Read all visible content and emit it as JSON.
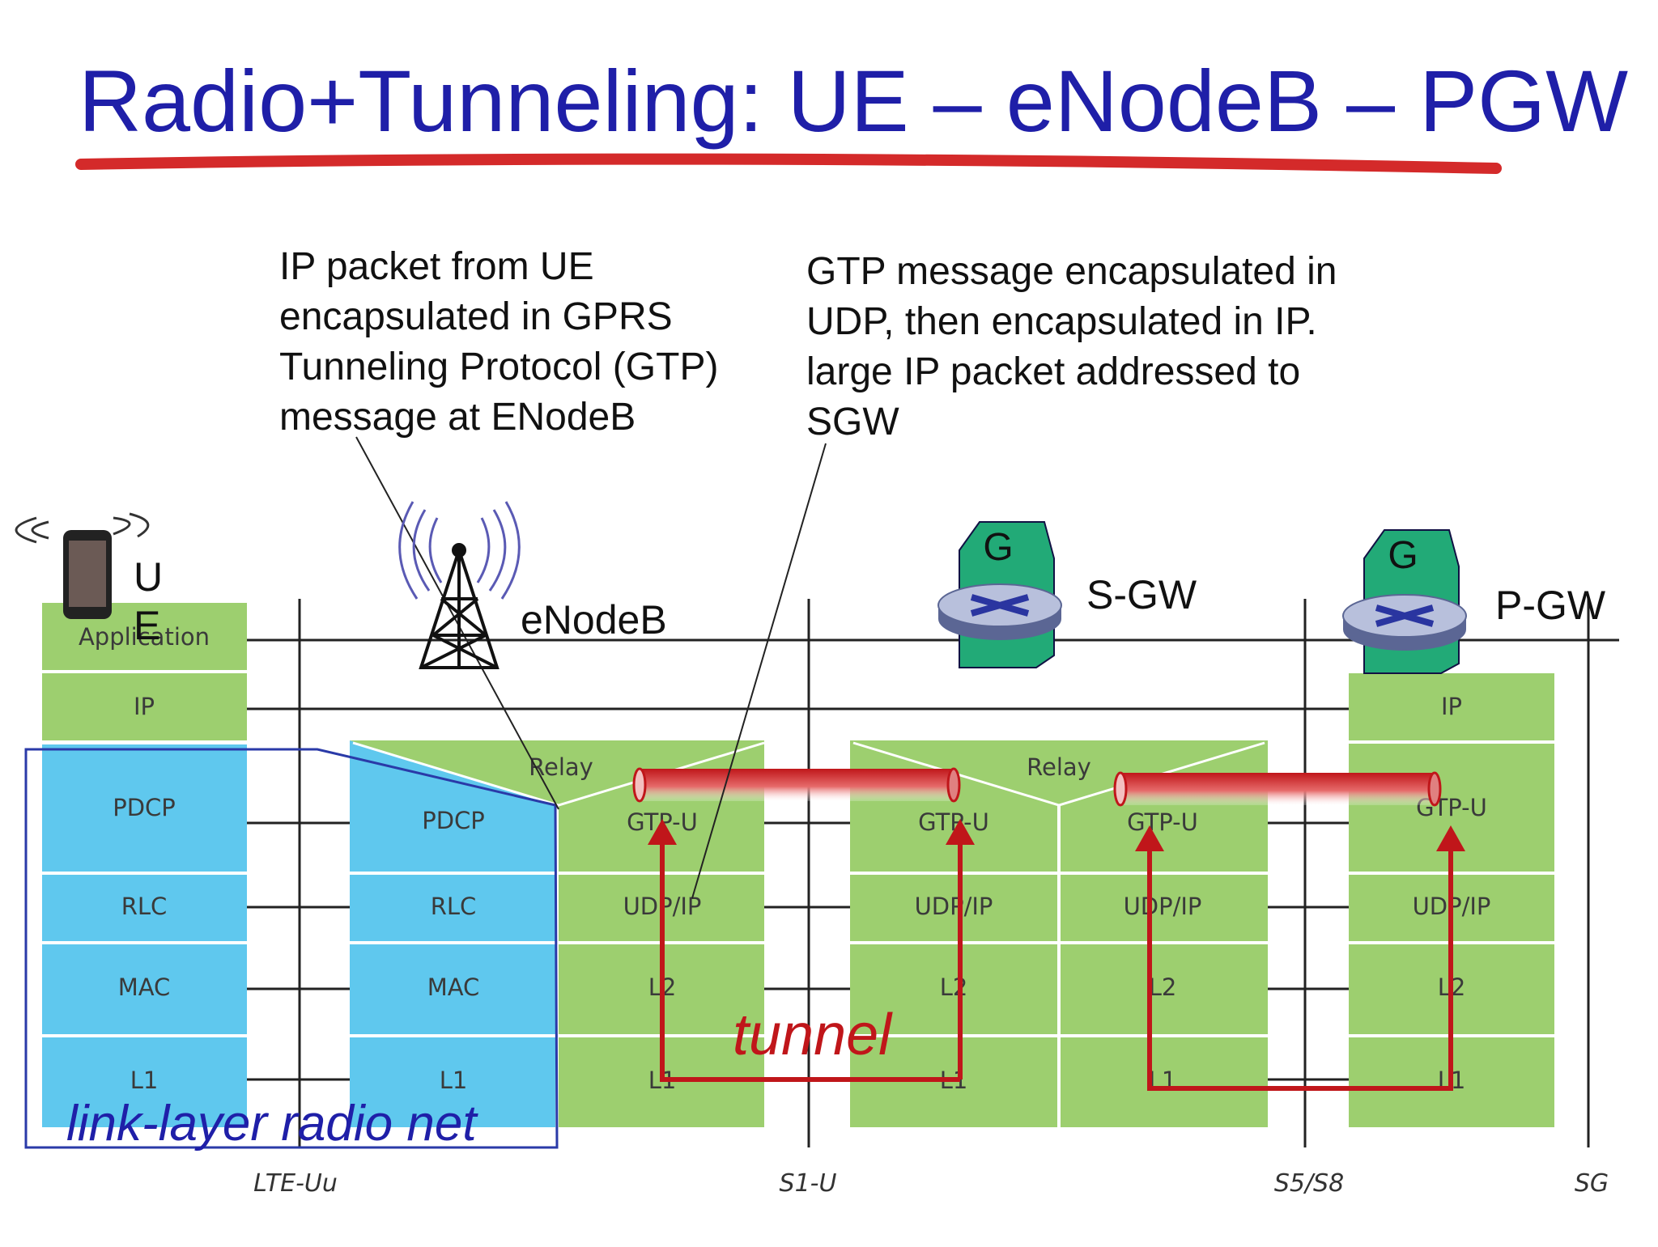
{
  "title": "Radio+Tunneling:  UE – eNodeB – PGW",
  "annotations": {
    "left": [
      "IP packet from UE",
      "encapsulated in GPRS",
      "Tunneling Protocol (GTP)",
      "message at ENodeB"
    ],
    "right": [
      "GTP message encapsulated in",
      "UDP, then encapsulated in IP.",
      "large IP packet addressed to",
      "SGW"
    ]
  },
  "nodes": {
    "ue_line1": "U",
    "ue_line2": "E",
    "enodeb": "eNodeB",
    "sgw": "S-GW",
    "pgw": "P-GW",
    "gw_badge": "G"
  },
  "stacks": {
    "ue": [
      "Application",
      "IP",
      "PDCP",
      "RLC",
      "MAC",
      "L1"
    ],
    "enodeb_radio": [
      "PDCP",
      "RLC",
      "MAC",
      "L1"
    ],
    "enodeb_transport": [
      "GTP-U",
      "UDP/IP",
      "L2",
      "L1"
    ],
    "sgw_left": [
      "GTP-U",
      "UDP/IP",
      "L2",
      "L1"
    ],
    "sgw_right": [
      "GTP-U",
      "UDP/IP",
      "L2",
      "L1"
    ],
    "pgw": [
      "IP",
      "GTP-U",
      "UDP/IP",
      "L2",
      "L1"
    ],
    "relay": "Relay"
  },
  "interfaces": [
    "LTE-Uu",
    "S1-U",
    "S5/S8",
    "SG"
  ],
  "tunnel_label": "tunnel",
  "link_layer_label": "link-layer radio net",
  "colors": {
    "title": "#1f1fa8",
    "underline": "#d42a2a",
    "green": "#9dcf6f",
    "blue": "#5fc8ee",
    "tunnel": "#c0161a",
    "gateway": "#22aa77",
    "router": "#9aa6c6"
  }
}
